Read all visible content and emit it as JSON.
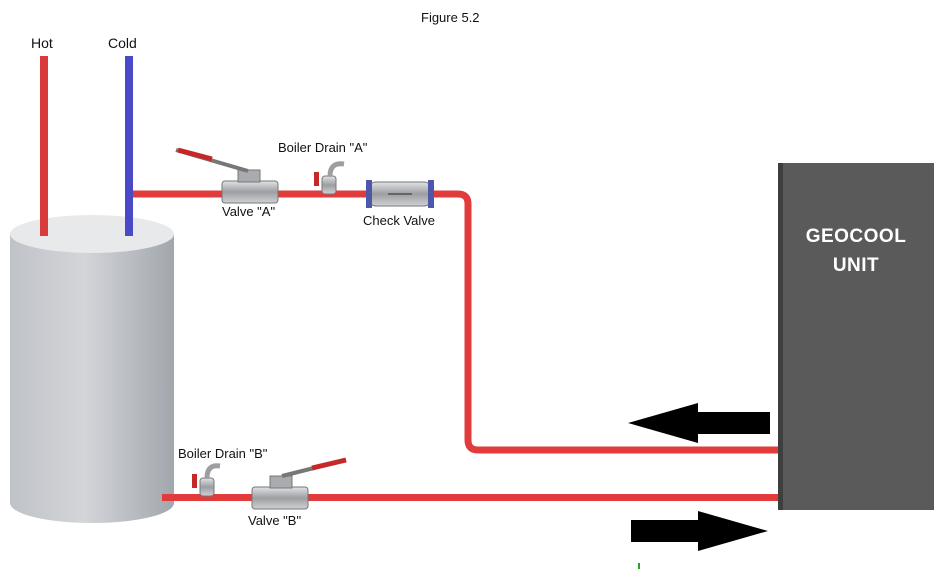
{
  "figure_title": "Figure 5.2",
  "labels": {
    "hot": "Hot",
    "cold": "Cold",
    "boiler_drain_a": "Boiler Drain \"A\"",
    "valve_a": "Valve \"A\"",
    "check_valve": "Check Valve",
    "boiler_drain_b": "Boiler Drain \"B\"",
    "valve_b": "Valve \"B\"",
    "unit_line1": "GEOCOOL",
    "unit_line2": "UNIT"
  },
  "colors": {
    "hot_pipe": "#d93a3a",
    "cold_pipe": "#4a4ac8",
    "water_line": "#e23b3b",
    "tank": "#c4c6cb",
    "unit": "#5a5a5a",
    "arrow": "#000000"
  }
}
